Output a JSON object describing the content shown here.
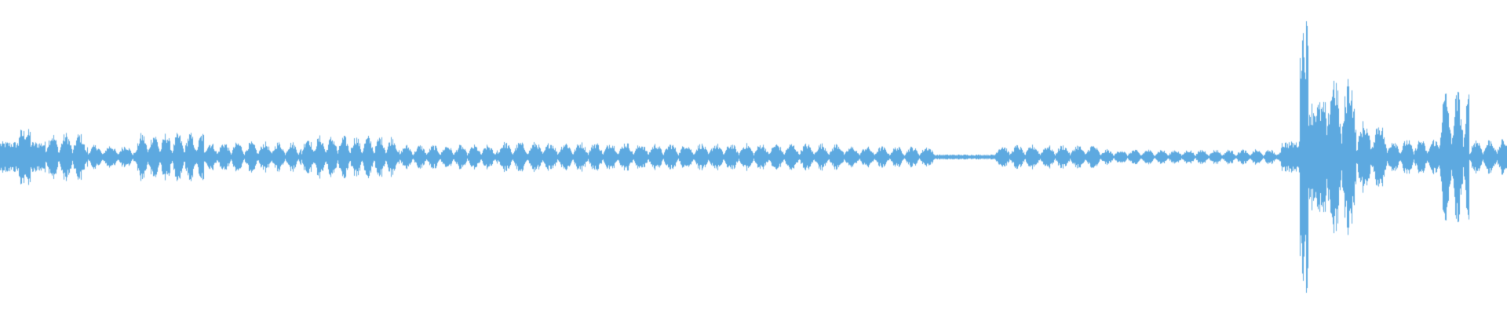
{
  "waveform": {
    "color": "#5da9e0",
    "background": "#ffffff",
    "envelope_description_note": "",
    "segments": [
      {
        "start": 0.0,
        "end": 0.012,
        "amp": 0.05
      },
      {
        "start": 0.012,
        "end": 0.02,
        "amp": 0.09
      },
      {
        "start": 0.02,
        "end": 0.03,
        "amp": 0.05
      },
      {
        "start": 0.03,
        "end": 0.058,
        "amp": 0.08,
        "pulse": 0.009
      },
      {
        "start": 0.058,
        "end": 0.09,
        "amp": 0.04,
        "pulse": 0.01
      },
      {
        "start": 0.09,
        "end": 0.135,
        "amp": 0.08,
        "pulse": 0.008
      },
      {
        "start": 0.135,
        "end": 0.2,
        "amp": 0.05,
        "pulse": 0.009
      },
      {
        "start": 0.2,
        "end": 0.265,
        "amp": 0.07,
        "pulse": 0.008
      },
      {
        "start": 0.265,
        "end": 0.33,
        "amp": 0.04,
        "pulse": 0.009
      },
      {
        "start": 0.33,
        "end": 0.42,
        "amp": 0.05,
        "pulse": 0.01
      },
      {
        "start": 0.42,
        "end": 0.56,
        "amp": 0.045,
        "pulse": 0.01
      },
      {
        "start": 0.56,
        "end": 0.62,
        "amp": 0.035,
        "pulse": 0.01
      },
      {
        "start": 0.62,
        "end": 0.66,
        "amp": 0.008
      },
      {
        "start": 0.66,
        "end": 0.73,
        "amp": 0.04,
        "pulse": 0.01
      },
      {
        "start": 0.73,
        "end": 0.85,
        "amp": 0.025,
        "pulse": 0.009
      },
      {
        "start": 0.85,
        "end": 0.862,
        "amp": 0.05
      },
      {
        "start": 0.862,
        "end": 0.868,
        "amp": 0.45
      },
      {
        "start": 0.868,
        "end": 0.88,
        "amp": 0.18
      },
      {
        "start": 0.88,
        "end": 0.9,
        "amp": 0.28,
        "pulse": 0.01
      },
      {
        "start": 0.9,
        "end": 0.92,
        "amp": 0.12,
        "pulse": 0.01
      },
      {
        "start": 0.92,
        "end": 0.955,
        "amp": 0.06,
        "pulse": 0.009
      },
      {
        "start": 0.955,
        "end": 0.975,
        "amp": 0.22,
        "pulse": 0.008
      },
      {
        "start": 0.975,
        "end": 1.0,
        "amp": 0.06,
        "pulse": 0.009
      }
    ]
  }
}
